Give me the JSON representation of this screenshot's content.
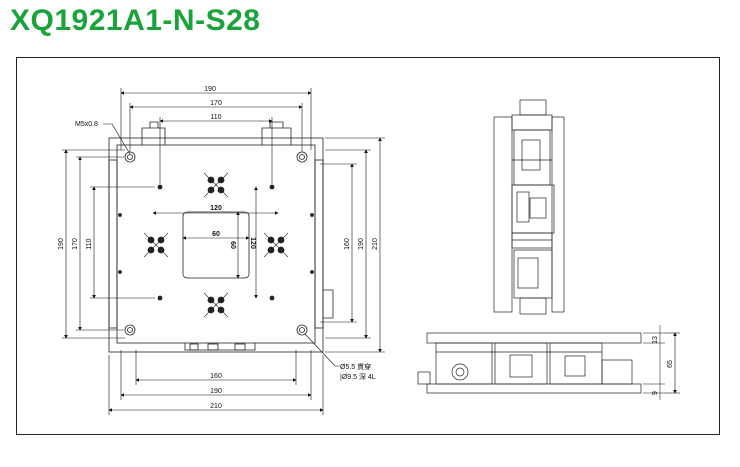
{
  "title": "XQ1921A1-N-S28",
  "top_view": {
    "screw_label": "M5x0.8",
    "dim_190_top": "190",
    "dim_170_top": "170",
    "dim_110_top": "110",
    "dim_120_inner": "120",
    "dim_60_inner_h": "60",
    "dim_60_inner_v": "60",
    "dim_120_v": "120",
    "dim_190_left": "190",
    "dim_170_left": "170",
    "dim_110_left": "110",
    "dim_160_right": "160",
    "dim_190_right": "190",
    "dim_210_right": "210",
    "dim_160_bottom": "160",
    "dim_190_bottom": "190",
    "dim_210_bottom": "210",
    "hole_note_1": "Ø5.5 貫穿",
    "hole_note_2": "|Ø9.5 深 4L"
  },
  "front_view": {
    "dim_13": "13",
    "dim_65": "65",
    "dim_9": "9"
  },
  "colors": {
    "title": "#1aa33a",
    "line": "#222222"
  }
}
